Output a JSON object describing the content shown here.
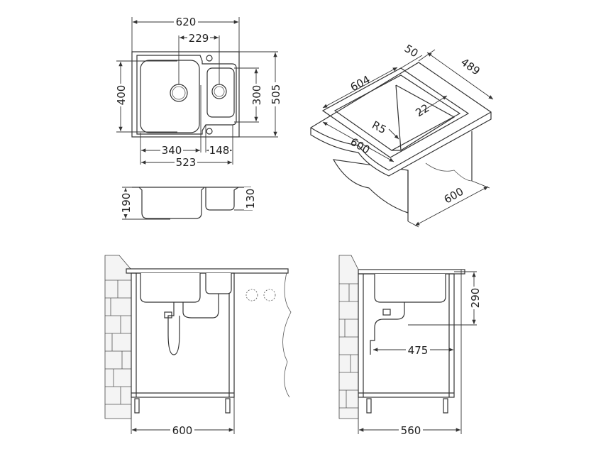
{
  "top_view": {
    "width": "620",
    "drain_spacing": "229",
    "depth": "505",
    "main_bowl_depth": "400",
    "small_bowl_depth": "300",
    "main_bowl_width": "340",
    "small_bowl_width": "148",
    "bowls_total_width": "523"
  },
  "side_view": {
    "main_bowl_height": "190",
    "small_bowl_height": "130"
  },
  "iso_view": {
    "rim": "50",
    "length": "604",
    "width": "489",
    "radius": "R5",
    "corner": "22",
    "cutout": "600",
    "cabinet": "600"
  },
  "front_install": {
    "cabinet_width": "600"
  },
  "side_install": {
    "height": "290",
    "drain_offset": "475",
    "cabinet_depth": "560"
  }
}
